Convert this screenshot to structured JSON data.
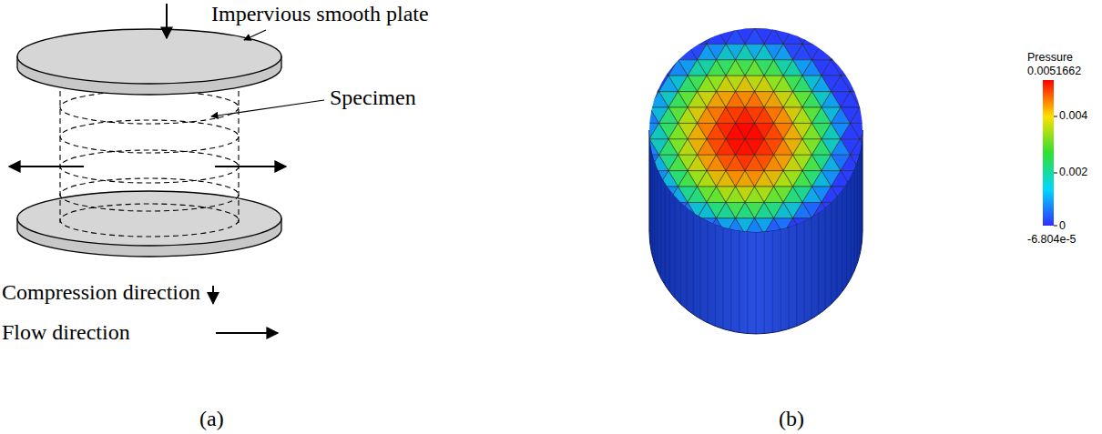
{
  "diagram": {
    "labels": [
      "Impervious smooth plate",
      "Specimen",
      "Compression direction",
      "Flow direction",
      "(a)",
      "Pressure",
      "0.0051662",
      "0.004",
      "0.002",
      "0",
      "-6.804e-5",
      "(b)"
    ]
  }
}
